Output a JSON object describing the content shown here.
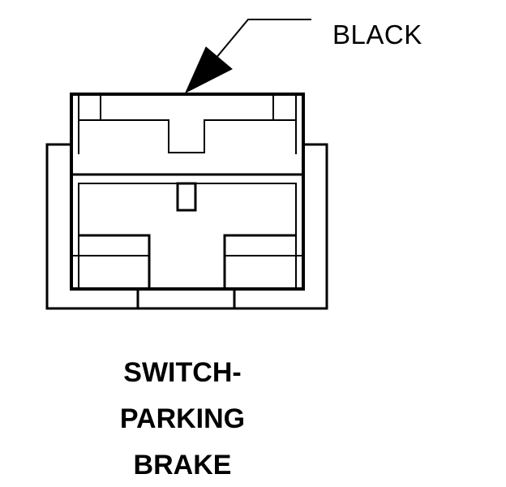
{
  "diagram": {
    "callout_label": "BLACK",
    "caption_lines": [
      "SWITCH-",
      "PARKING",
      "BRAKE"
    ],
    "stroke_color": "#000000",
    "background_color": "#ffffff"
  }
}
